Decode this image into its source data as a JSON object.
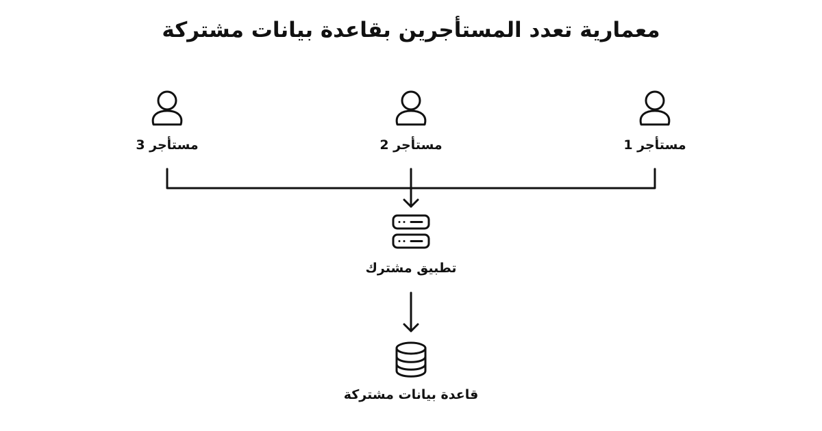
{
  "title": "معمارية تعدد المستأجرين بقاعدة بيانات مشتركة",
  "tenants": [
    {
      "label": "مستأجر 1",
      "icon": "user-icon"
    },
    {
      "label": "مستأجر 2",
      "icon": "user-icon"
    },
    {
      "label": "مستأجر 3",
      "icon": "user-icon"
    }
  ],
  "app": {
    "label": "تطبيق مشترك",
    "icon": "server-icon"
  },
  "database": {
    "label": "قاعدة بيانات مشتركة",
    "icon": "database-icon"
  },
  "colors": {
    "stroke": "#111111",
    "background": "#ffffff"
  }
}
